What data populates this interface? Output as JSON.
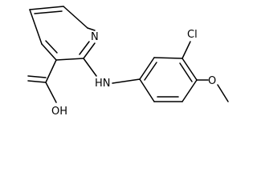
{
  "molecule": {
    "atom_labels": {
      "pyridine_n": "N",
      "amine_nh": "HN",
      "chloro": "Cl",
      "methoxy_o": "O",
      "acid_oh": "OH"
    },
    "colors": {
      "bond": "#000000",
      "label": "#000000",
      "background": "#ffffff"
    }
  }
}
